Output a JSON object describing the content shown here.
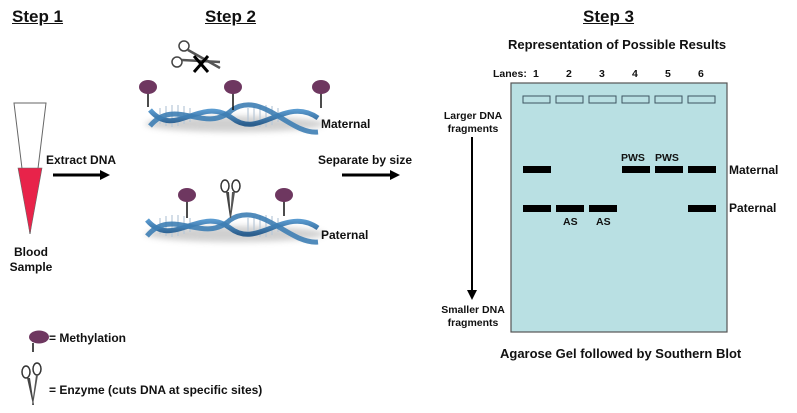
{
  "steps": {
    "step1": {
      "title": "Step 1",
      "sample_label_line1": "Blood",
      "sample_label_line2": "Sample",
      "arrow_label": "Extract DNA"
    },
    "step2": {
      "title": "Step 2",
      "maternal_label": "Maternal",
      "paternal_label": "Paternal",
      "arrow_label": "Separate by size"
    },
    "step3": {
      "title": "Step 3",
      "subtitle": "Representation of Possible Results",
      "lanes_label": "Lanes:",
      "lanes": [
        "1",
        "2",
        "3",
        "4",
        "5",
        "6"
      ],
      "larger_line1": "Larger DNA",
      "larger_line2": "fragments",
      "smaller_line1": "Smaller DNA",
      "smaller_line2": "fragments",
      "maternal_label": "Maternal",
      "paternal_label": "Paternal",
      "gel_caption": "Agarose Gel followed by Southern Blot",
      "band_annotations": {
        "lane4": "PWS",
        "lane5": "PWS",
        "lane2": "AS",
        "lane3": "AS"
      },
      "bands": [
        {
          "lane": 1,
          "maternal": true,
          "paternal": true
        },
        {
          "lane": 2,
          "maternal": false,
          "paternal": true
        },
        {
          "lane": 3,
          "maternal": false,
          "paternal": true
        },
        {
          "lane": 4,
          "maternal": true,
          "paternal": false
        },
        {
          "lane": 5,
          "maternal": true,
          "paternal": false
        },
        {
          "lane": 6,
          "maternal": true,
          "paternal": true
        }
      ]
    }
  },
  "legend": {
    "methylation": "= Methylation",
    "enzyme": "= Enzyme (cuts DNA at specific sites)"
  },
  "colors": {
    "gel": "#b9e0e3",
    "blood": "#e8234a",
    "methyl": "#6e3760",
    "dna": "#3e7eb4"
  }
}
